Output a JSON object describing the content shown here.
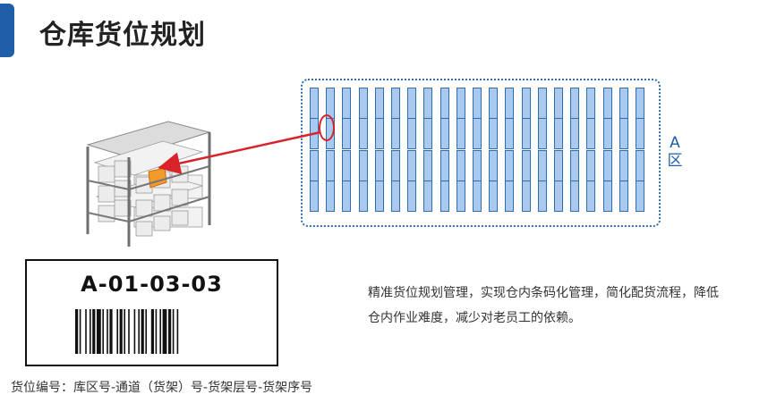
{
  "slide": {
    "title": "仓库货位规划",
    "accent_color": "#1f5fa8"
  },
  "zone_map": {
    "zone_label": [
      "A",
      "区"
    ],
    "highlight_color": "#d8232a",
    "bay_color": "#a9c9ef"
  },
  "label_card": {
    "code": "A-01-03-03"
  },
  "description": "精准货位规划管理，实现仓内条码化管理，简化配货流程，降低仓内作业难度，减少对老员工的依赖。",
  "code_format": "货位编号：库区号-通道（货架）号-货架层号-货架序号",
  "icons": {
    "shelf": "warehouse-shelf-illustration",
    "barcode": "barcode-icon",
    "arrow": "red-arrow"
  }
}
